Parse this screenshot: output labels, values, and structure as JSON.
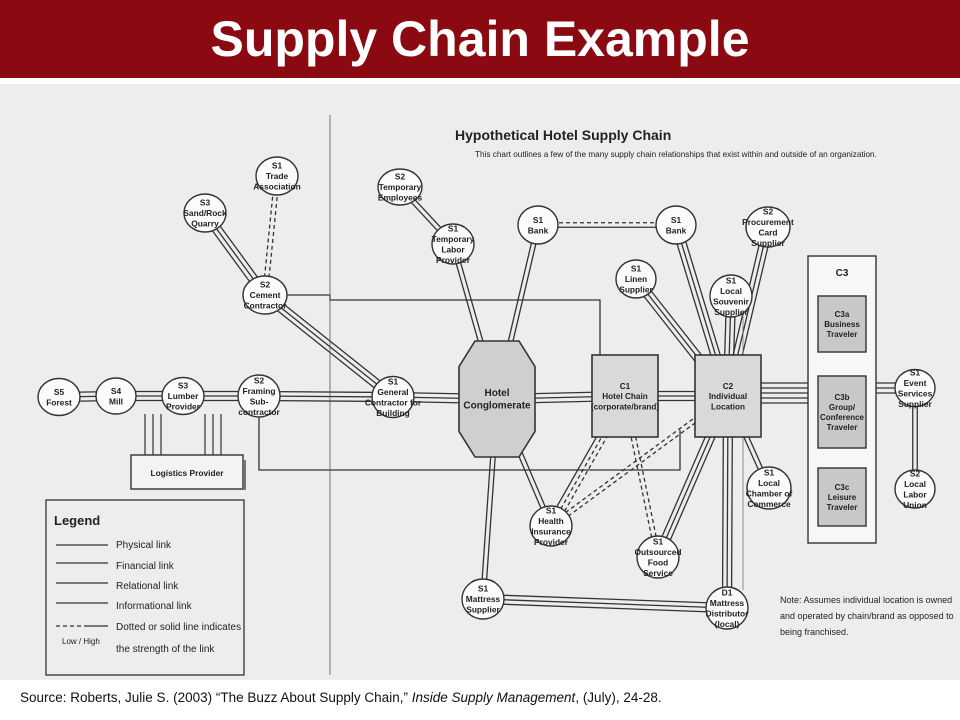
{
  "slide_title": "Supply Chain Example",
  "diagram": {
    "title": "Hypothetical Hotel Supply Chain",
    "subtitle": "This chart outlines a few of the many supply chain relationships that exist within and outside of an organization.",
    "nodes": {
      "s1_trade": [
        "S1",
        "Trade",
        "Association"
      ],
      "s3_sand": [
        "S3",
        "Sand/Rock",
        "Quarry"
      ],
      "s2_cement": [
        "S2",
        "Cement",
        "Contractor"
      ],
      "s2_temp": [
        "S2",
        "Temporary",
        "Employees"
      ],
      "s1_labor": [
        "S1",
        "Temporary",
        "Labor",
        "Provider"
      ],
      "s1_bank1": [
        "S1",
        "Bank"
      ],
      "s1_bank2": [
        "S1",
        "Bank"
      ],
      "s2_card": [
        "S2",
        "Procurement",
        "Card",
        "Supplier"
      ],
      "s1_linen": [
        "S1",
        "Linen",
        "Supplier"
      ],
      "s1_souvenir": [
        "S1",
        "Local",
        "Souvenir",
        "Supplier"
      ],
      "s5_forest": [
        "S5",
        "Forest"
      ],
      "s4_mill": [
        "S4",
        "Mill"
      ],
      "s3_lumber": [
        "S3",
        "Lumber",
        "Provider"
      ],
      "s2_framing": [
        "S2",
        "Framing",
        "Sub-",
        "contractor"
      ],
      "s1_general": [
        "S1",
        "General",
        "Contractor for",
        "Building"
      ],
      "hotel": [
        "Hotel",
        "Conglomerate"
      ],
      "c1": [
        "C1",
        "Hotel Chain",
        "(corporate/brand)"
      ],
      "c2": [
        "C2",
        "Individual",
        "Location"
      ],
      "c3": [
        "C3"
      ],
      "c3a": [
        "C3a",
        "Business",
        "Traveler"
      ],
      "c3b": [
        "C3b",
        "Group/",
        "Conference",
        "Traveler"
      ],
      "c3c": [
        "C3c",
        "Leisure",
        "Traveler"
      ],
      "s1_event": [
        "S1",
        "Event",
        "Services",
        "Supplier"
      ],
      "s2_labor": [
        "S2",
        "Local",
        "Labor",
        "Union"
      ],
      "s1_chamber": [
        "S1",
        "Local",
        "Chamber of",
        "Commerce"
      ],
      "s1_health": [
        "S1",
        "Health",
        "Insurance",
        "Provider"
      ],
      "s1_food": [
        "S1",
        "Outsourced",
        "Food",
        "Service"
      ],
      "s1_mattress": [
        "S1",
        "Mattress",
        "Supplier"
      ],
      "d1": [
        "D1",
        "Mattress",
        "Distributor",
        "(local)"
      ],
      "logistics": [
        "Logistics Provider"
      ]
    },
    "legend": {
      "title": "Legend",
      "items": [
        "Physical link",
        "Financial link",
        "Relational link",
        "Informational link"
      ],
      "dotted_line1": "Dotted or solid line indicates",
      "dotted_line2": "the strength of the link",
      "low_high": "Low  /  High"
    },
    "note": [
      "Note: Assumes individual location is owned",
      "and operated by chain/brand as opposed to",
      "being franchised."
    ]
  },
  "source": {
    "prefix": "Source: Roberts, Julie S. (2003) “The Buzz About Supply Chain,” ",
    "journal": "Inside Supply Management",
    "suffix": ", (July), 24-28."
  }
}
